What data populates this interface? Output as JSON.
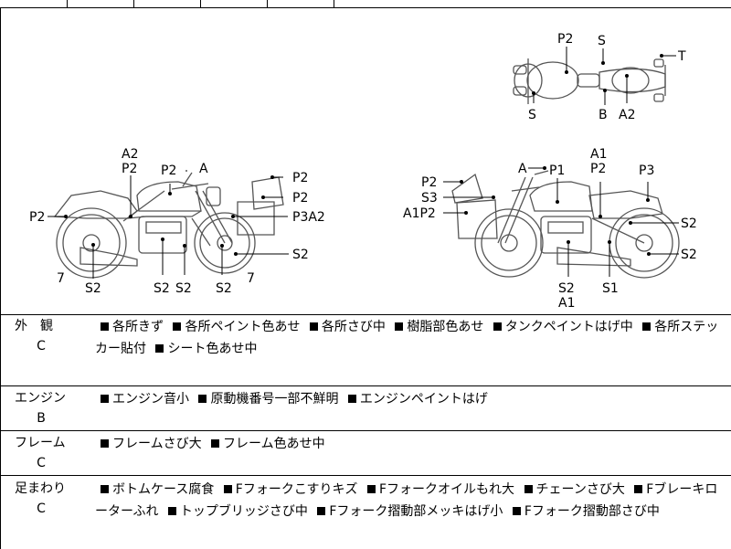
{
  "diagram": {
    "top_view_labels": [
      "P2",
      "S",
      "T",
      "S",
      "B",
      "A2"
    ],
    "left_side_labels": [
      "A2",
      "P2",
      "P2",
      "A",
      "P2",
      "P2",
      "P3A2",
      "P2",
      "S2",
      "7",
      "S2",
      "S2",
      "S2",
      "S2",
      "7"
    ],
    "right_side_labels": [
      "A",
      "P1",
      "A1",
      "P2",
      "P3",
      "P2",
      "S3",
      "A1P2",
      "S2",
      "S2",
      "S2",
      "A1",
      "S1"
    ]
  },
  "sections": [
    {
      "name": "外　観",
      "grade": "C",
      "items": [
        "各所きず",
        "各所ペイント色あせ",
        "各所さび中",
        "樹脂部色あせ",
        "タンクペイントはげ中",
        "各所ステッカー貼付",
        "シート色あせ中"
      ]
    },
    {
      "name": "エンジン",
      "grade": "B",
      "items": [
        "エンジン音小",
        "原動機番号一部不鮮明",
        "エンジンペイントはげ"
      ]
    },
    {
      "name": "フレーム",
      "grade": "C",
      "items": [
        "フレームさび大",
        "フレーム色あせ中"
      ]
    },
    {
      "name": "足まわり",
      "grade": "C",
      "items": [
        "ボトムケース腐食",
        "Fフォークこすりキズ",
        "Fフォークオイルもれ大",
        "チェーンさび大",
        "Fブレーキローターふれ",
        "トップブリッジさび中",
        "Fフォーク摺動部メッキはげ小",
        "Fフォーク摺動部さび中"
      ]
    }
  ]
}
